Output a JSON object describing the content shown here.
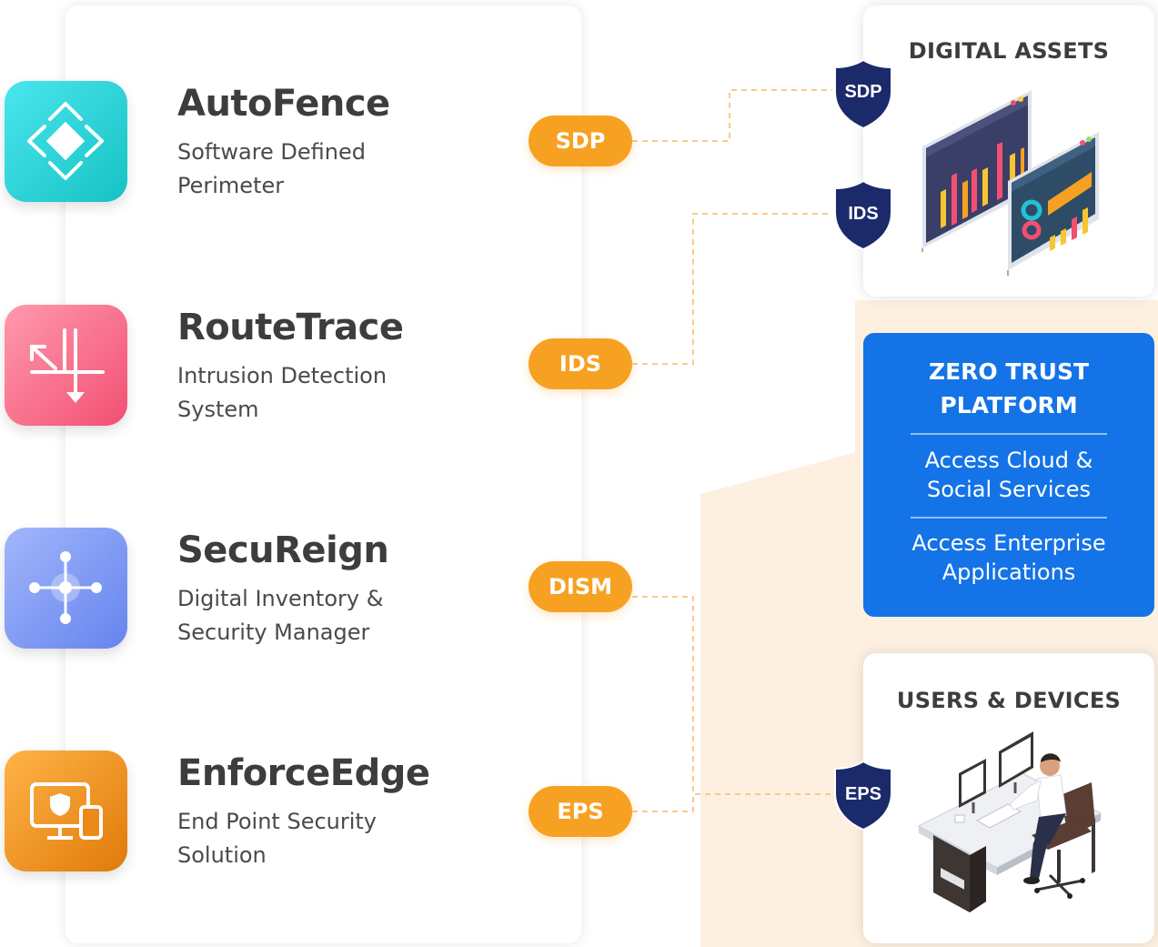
{
  "products": [
    {
      "name": "AutoFence",
      "description": "Software Defined\nPerimeter",
      "badge": "SDP",
      "icon": "diamond-arrows-icon"
    },
    {
      "name": "RouteTrace",
      "description": "Intrusion Detection\nSystem",
      "badge": "IDS",
      "icon": "route-arrows-icon"
    },
    {
      "name": "SecuReign",
      "description": "Digital Inventory &\nSecurity Manager",
      "badge": "DISM",
      "icon": "network-nodes-icon"
    },
    {
      "name": "EnforceEdge",
      "description": "End Point Security\nSolution",
      "badge": "EPS",
      "icon": "monitor-shield-icon"
    }
  ],
  "digital_assets": {
    "title": "DIGITAL ASSETS",
    "shields": [
      "SDP",
      "IDS"
    ],
    "illustration": "dashboard-screens-illustration"
  },
  "zero_trust": {
    "title": "ZERO TRUST\nPLATFORM",
    "items": [
      "Access Cloud &\nSocial Services",
      "Access Enterprise\nApplications"
    ]
  },
  "users_devices": {
    "title": "USERS & DEVICES",
    "shields": [
      "EPS"
    ],
    "illustration": "user-at-workstation-illustration"
  },
  "colors": {
    "tile_autofence": "#2ed3d8",
    "tile_routetrace": "#f7607e",
    "tile_secureign": "#6f8ef2",
    "tile_enforceedge": "#f08d1a",
    "badge_orange": "#f7a123",
    "shield_navy": "#1b2a6b",
    "zero_trust_blue": "#1473e6",
    "peach_background": "#fdf0e0"
  }
}
